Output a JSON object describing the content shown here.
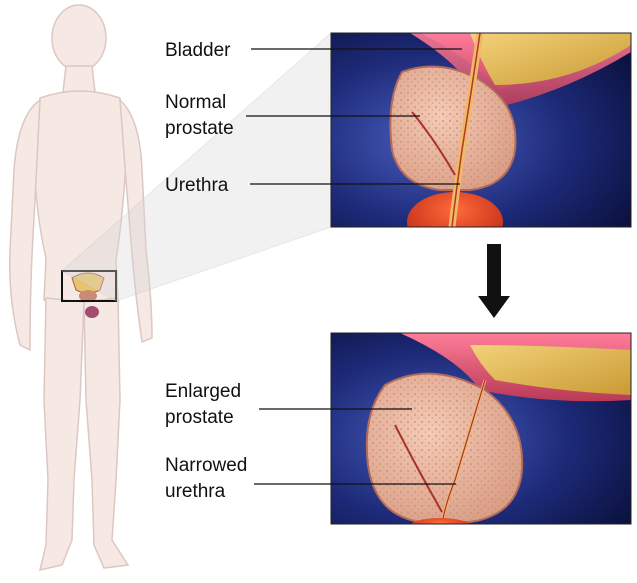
{
  "labels": {
    "bladder": "Bladder",
    "normal_prostate_line1": "Normal",
    "normal_prostate_line2": "prostate",
    "urethra": "Urethra",
    "enlarged_prostate_line1": "Enlarged",
    "enlarged_prostate_line2": "prostate",
    "narrowed_urethra_line1": "Narrowed",
    "narrowed_urethra_line2": "urethra"
  },
  "colors": {
    "body_fill": "#f6e8e3",
    "body_outline": "#dcc7c4",
    "panel_bg": "#1a2460",
    "bladder_wall": "#d9657a",
    "urine": "#e9c24a",
    "prostate": "#eab9a1",
    "urethra": "#f0b96a",
    "arrow": "#111111"
  }
}
